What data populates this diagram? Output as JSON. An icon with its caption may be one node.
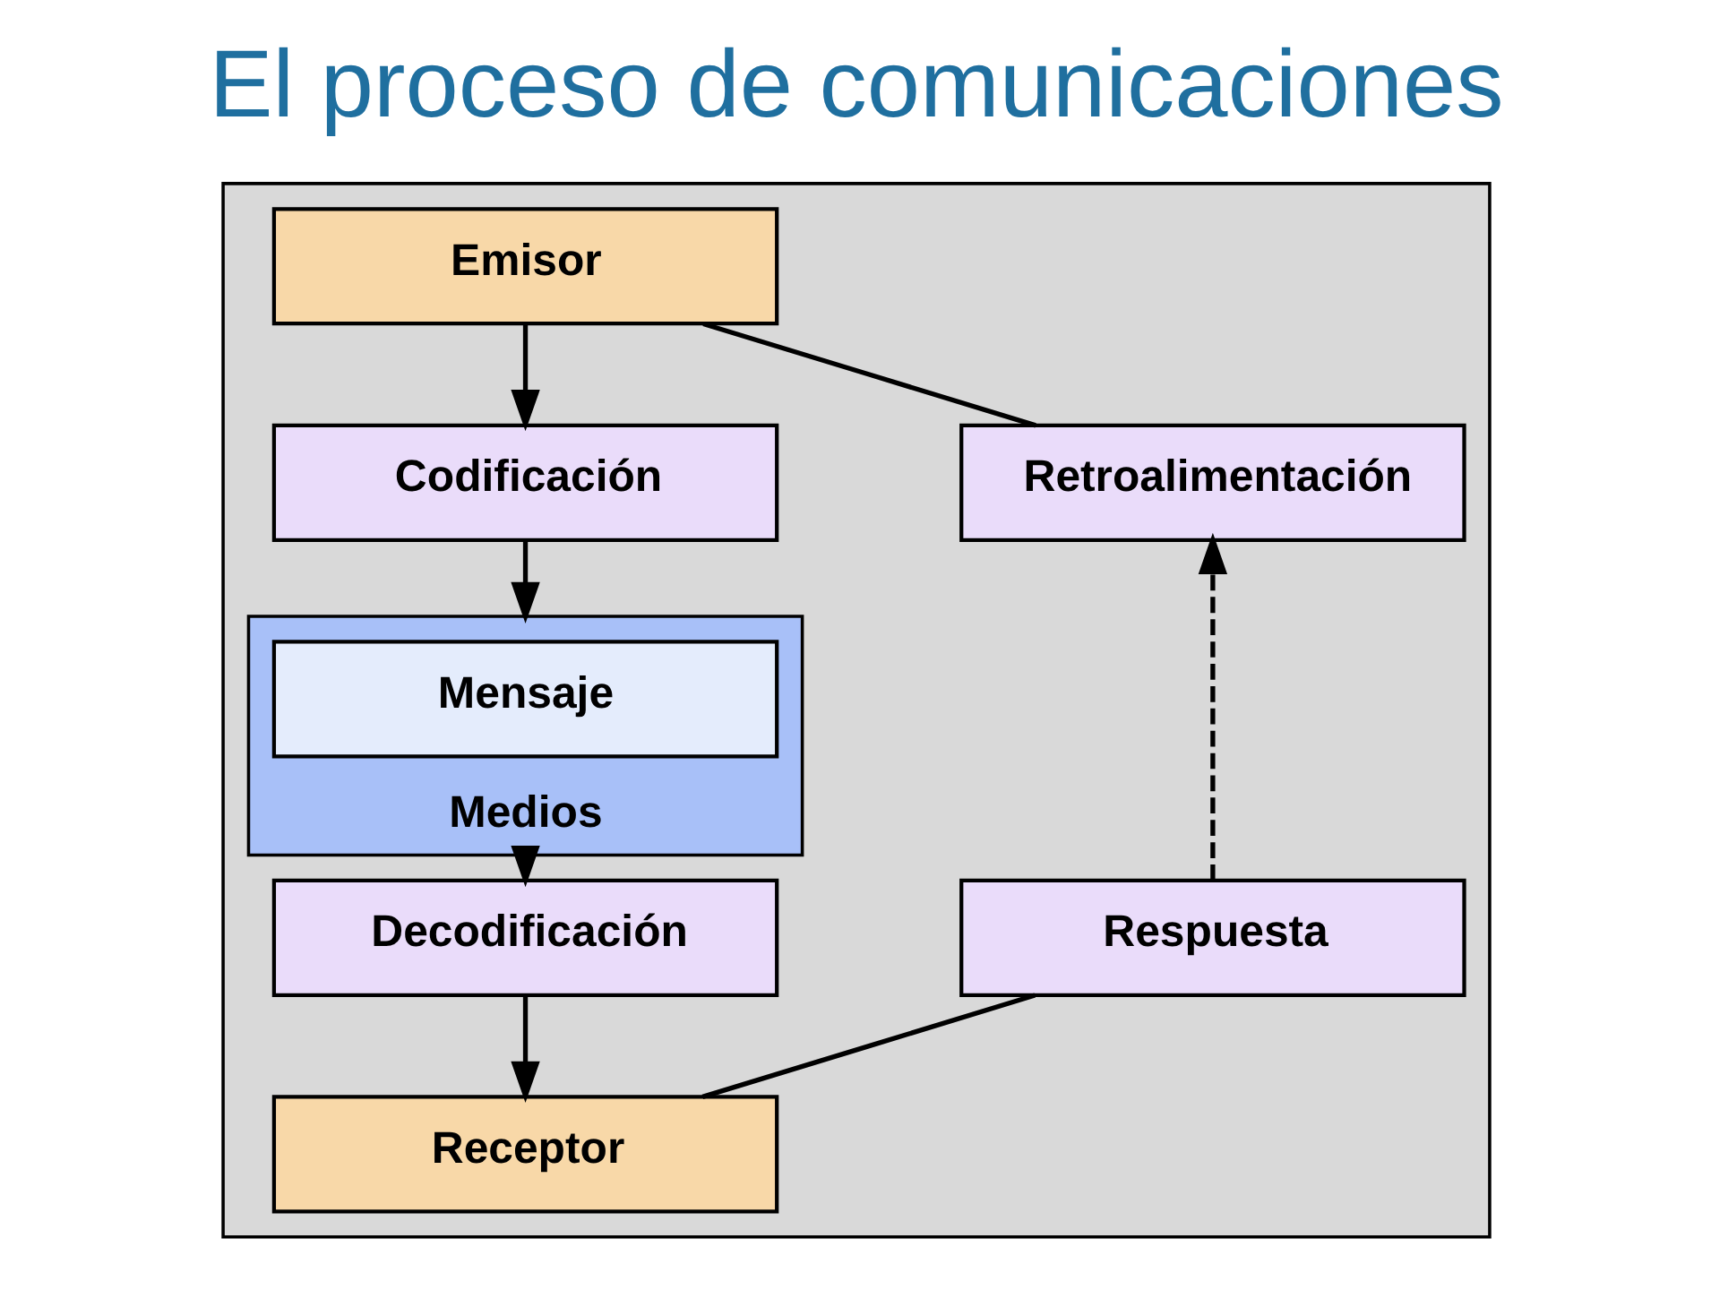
{
  "diagram": {
    "title": "El proceso de comunicaciones",
    "nodes": [
      {
        "text": [],
        "shape": "box"
      },
      {
        "text": [
          "Emisor"
        ],
        "in": 0
      },
      {
        "text": [
          "Codificación"
        ],
        "in": 0
      },
      {
        "text": [
          "Medios"
        ],
        "in": 0
      },
      {
        "text": [
          "Mensaje"
        ],
        "in": 3
      },
      {
        "text": [
          "Decodificación"
        ],
        "in": 0
      },
      {
        "text": [
          "Receptor"
        ],
        "in": 0
      },
      {
        "text": [
          "Respuesta"
        ],
        "in": 0
      },
      {
        "text": [
          "Retroalimentación"
        ],
        "in": 0
      }
    ],
    "edges": [
      {
        "from": 1,
        "to": 2,
        "arrow": "to"
      },
      {
        "from": 2,
        "to": 3,
        "arrow": "to"
      },
      {
        "from": 3,
        "to": 5,
        "arrow": "to"
      },
      {
        "from": 5,
        "to": 6,
        "arrow": "to"
      },
      {
        "from": 6,
        "to": 7,
        "arrow": "none"
      },
      {
        "from": 7,
        "to": 8,
        "arrow": "to",
        "style": "dashed"
      },
      {
        "from": 8,
        "to": 1,
        "arrow": "none"
      }
    ]
  }
}
